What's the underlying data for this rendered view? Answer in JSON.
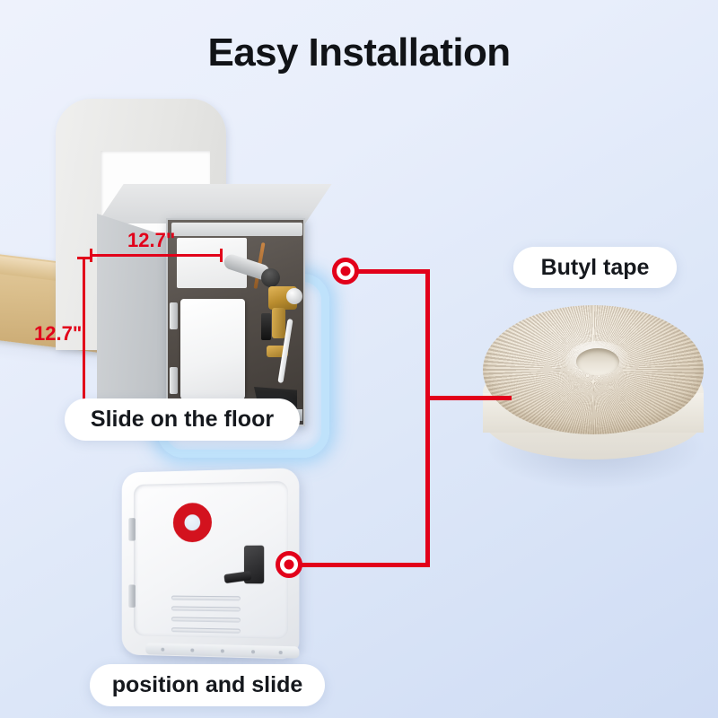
{
  "page": {
    "title": "Easy Installation",
    "background_top_color": "#eef2fc",
    "background_bottom_color": "#cfdcf4",
    "accent_color": "#e2001a"
  },
  "dimensions": {
    "width_label": "12.7\"",
    "height_label": "12.7\""
  },
  "callouts": [
    {
      "id": "slide-on-the-floor",
      "label": "Slide on the floor"
    },
    {
      "id": "butyl-tape",
      "label": "Butyl tape"
    },
    {
      "id": "position-and-slide",
      "label": "position and slide"
    }
  ],
  "connector": {
    "node_count": 2,
    "node_color": "#e2001a",
    "line_color": "#e2001a"
  },
  "scenes": {
    "wall_heater": {
      "name": "water-heater-slide-into-wall-opening",
      "glow_color": "#bfe2fb"
    },
    "butyl_tape": {
      "name": "butyl-tape-roll",
      "roll_color": "#efe9dc"
    },
    "access_door": {
      "name": "access-door-panel",
      "gasket_color": "#d3121e",
      "vent_slot_count": 4
    }
  }
}
